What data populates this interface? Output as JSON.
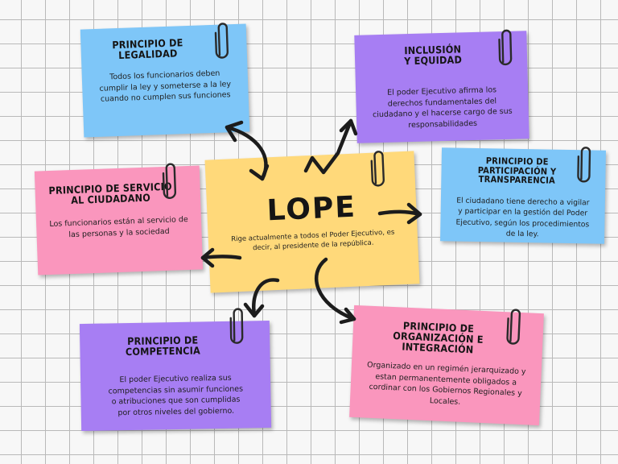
{
  "center": {
    "title": "LOPE",
    "text": "Rige actualmente a todos el Poder Ejecutivo, es decir, al presidente de la república."
  },
  "notes": {
    "legalidad": {
      "title": "Principio de legalidad",
      "text": "Todos los funcionarios deben cumplir la ley y someterse a la ley cuando no cumplen sus funciones",
      "color": "#7ec6f8"
    },
    "inclusion": {
      "title": "Inclusión y equidad",
      "text": "El poder Ejecutivo afirma los derechos fundamentales del ciudadano y el hacerse cargo de sus responsabilidades",
      "color": "#a77ef3"
    },
    "participacion": {
      "title": "Principio de participación y transparencia",
      "text": "El ciudadano tiene derecho a vigilar y participar en la gestión del Poder Ejecutivo, según los procedimientos de la ley.",
      "color": "#7ec6f8"
    },
    "servicio": {
      "title": "Principio de servicio al ciudadano",
      "text": "Los funcionarios están al servicio de las personas y la sociedad",
      "color": "#fa96bd"
    },
    "competencia": {
      "title": "Principio de competencia",
      "text": "El poder Ejecutivo realiza sus competencias sin asumir funciones o atribuciones que son cumplidas por otros niveles del gobierno.",
      "color": "#a77ef3"
    },
    "organizacion": {
      "title": "Principio de organización e integración",
      "text": "Organizado en un regimén jerarquizado y estan permanentemente obligados a cordinar con los Gobiernos Regionales y Locales.",
      "color": "#fa96bd"
    }
  },
  "colors": {
    "center": "#ffd97a",
    "arrow": "#1c1c1c",
    "paperclip": "#2a2a2a"
  }
}
